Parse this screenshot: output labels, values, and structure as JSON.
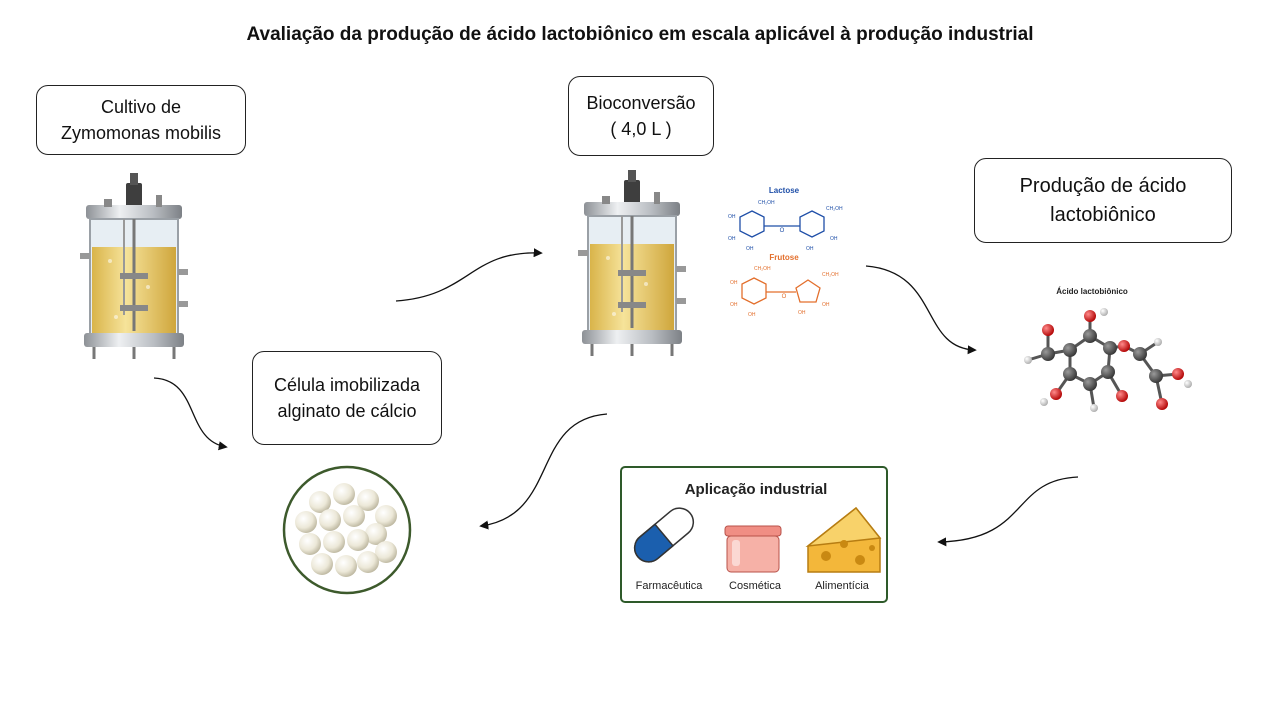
{
  "title": "Avaliação da produção de ácido lactobiônico em escala aplicável à produção industrial",
  "boxes": {
    "cultivo": [
      "Cultivo de",
      "Zymomonas mobilis"
    ],
    "bioconversao": [
      "Bioconversão",
      "( 4,0 L )"
    ],
    "producao": [
      "Produção de ácido",
      "lactobiônico"
    ],
    "celula": [
      "Célula imobilizada",
      "alginato de cálcio"
    ]
  },
  "molecules": {
    "lactose": "Lactose",
    "frutose": "Frutose",
    "acido": "Ácido lactobiônico",
    "atom_labels": {
      "hydroxyl": "OH",
      "methanol": "CH₂OH",
      "oxygen": "O"
    }
  },
  "application": {
    "title": "Aplicação industrial",
    "items": [
      "Farmacêutica",
      "Cosmética",
      "Alimentícia"
    ]
  },
  "colors": {
    "lactose": "#1f4fa8",
    "frutose": "#e36f2c",
    "frame": "#2e5a2a",
    "capsule": "#1b5fae",
    "jar": "#f29a8e",
    "cheese": "#f3b73a"
  }
}
